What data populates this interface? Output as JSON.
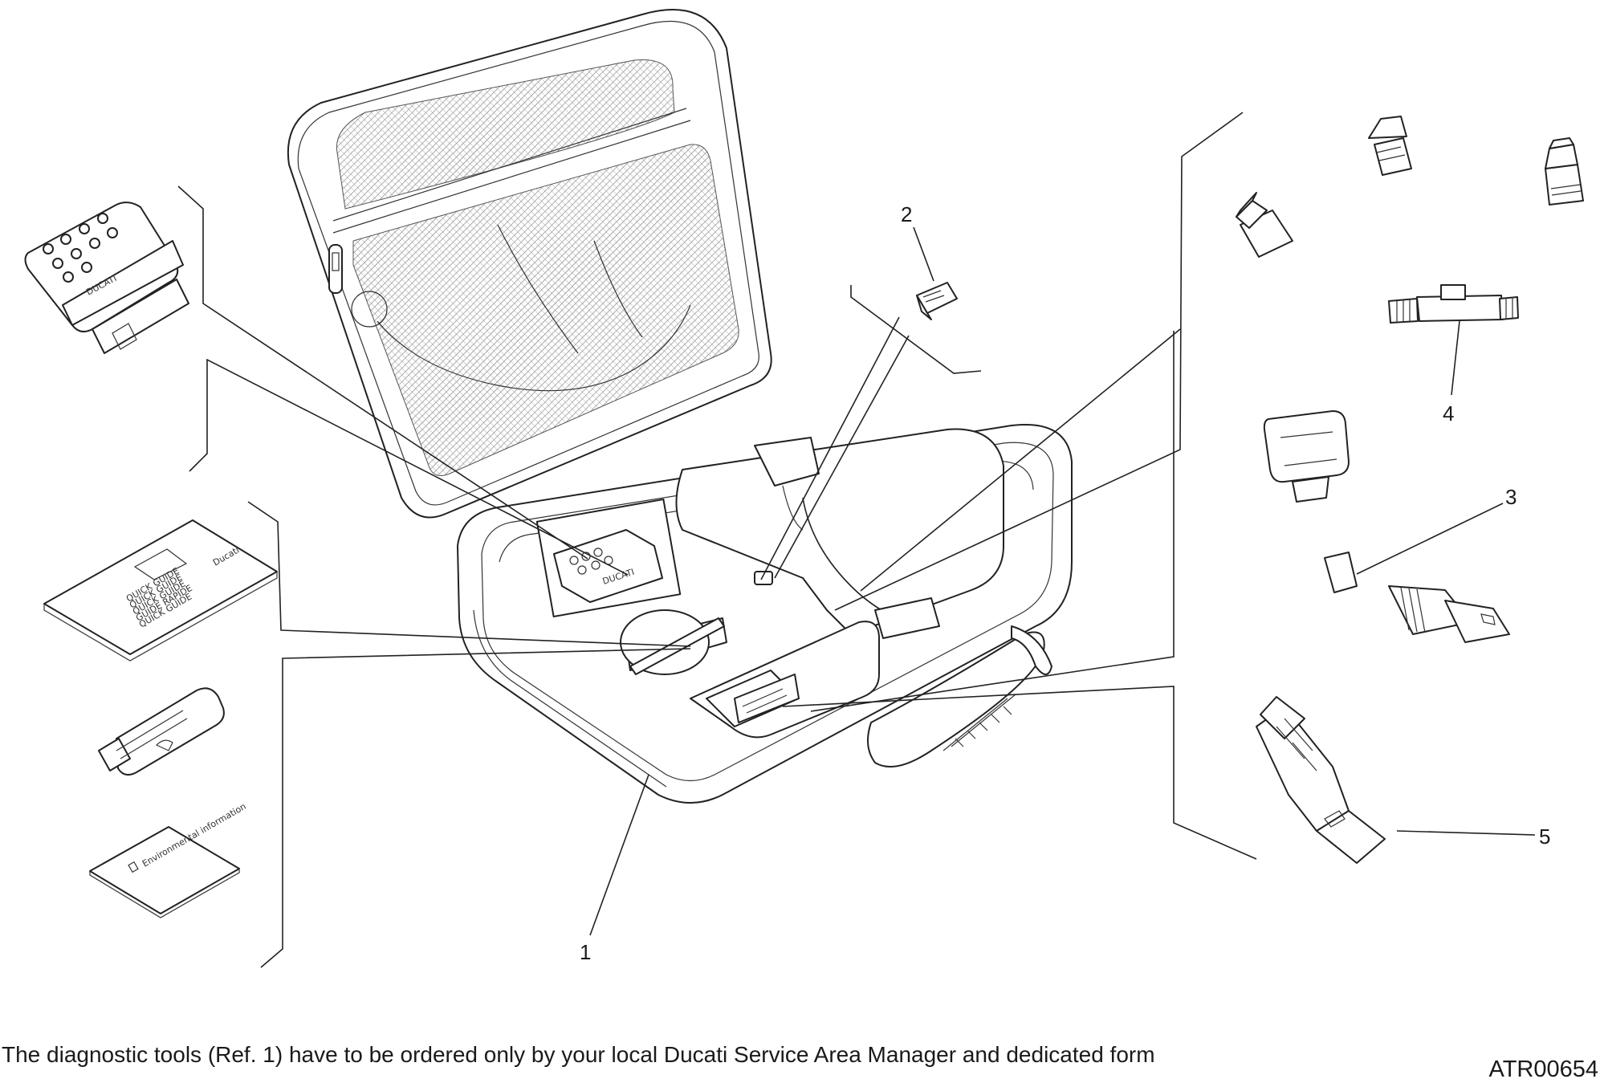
{
  "callouts": {
    "c1": "1",
    "c2": "2",
    "c3": "3",
    "c4": "4",
    "c5": "5"
  },
  "brand_text": {
    "interface_brand": "DUCATI",
    "tray_brand": "DUCATI",
    "booklet_brand": "Ducati",
    "booklet_lines": [
      "QUICK GUIDE",
      "QUICK GUIDE",
      "QUICK GUIDE",
      "GUIDE RAPIDE",
      "QUICK GUIDE"
    ],
    "card_text": "Environmental information"
  },
  "footer": {
    "note": "The diagnostic tools (Ref. 1) have to be ordered only by your local Ducati Service Area Manager and dedicated form",
    "code": "ATR00654"
  }
}
